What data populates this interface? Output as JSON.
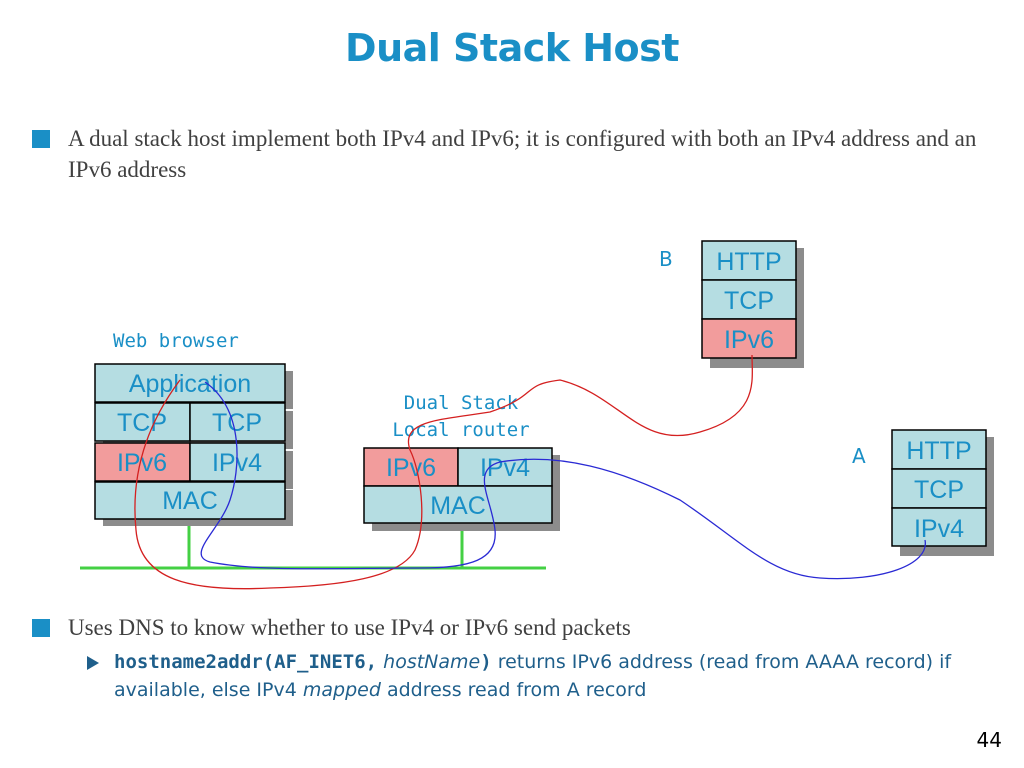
{
  "slide": {
    "title": "Dual Stack Host",
    "bullet1": "A dual stack host implement both IPv4 and IPv6; it is configured with both an IPv4 address and an IPv6 address",
    "bullet2": "Uses DNS to know whether to use IPv4 or IPv6 send packets",
    "sub_code": "hostname2addr(AF_INET6,",
    "sub_arg": "hostName",
    "sub_close": ")",
    "sub_rest1": " returns IPv6 address (read from AAAA record) if available, else IPv4 ",
    "sub_mapped": "mapped",
    "sub_rest2": " address read from A record",
    "page_number": "44"
  },
  "diagram": {
    "colors": {
      "cell": "#b5dde2",
      "ipv6_cell": "#f29c9c",
      "wire": "#44d044",
      "ipv6_path": "#d42020",
      "ipv4_path": "#2a2ad4",
      "text": "#1a8fc6"
    },
    "web_browser": {
      "label": "Web browser",
      "application": "Application",
      "tcp_left": "TCP",
      "tcp_right": "TCP",
      "ipv6": "IPv6",
      "ipv4": "IPv4",
      "mac": "MAC"
    },
    "router": {
      "label_line1": "Dual Stack",
      "label_line2": "Local router",
      "ipv6": "IPv6",
      "ipv4": "IPv4",
      "mac": "MAC"
    },
    "host_b": {
      "label": "B",
      "http": "HTTP",
      "tcp": "TCP",
      "ip": "IPv6"
    },
    "host_a": {
      "label": "A",
      "http": "HTTP",
      "tcp": "TCP",
      "ip": "IPv4"
    }
  }
}
